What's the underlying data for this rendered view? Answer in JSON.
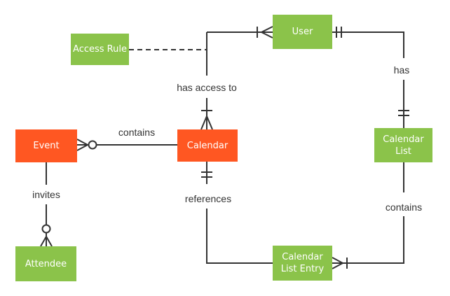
{
  "diagram": {
    "type": "entity-relationship-diagram",
    "notation": "crow's foot",
    "colors": {
      "entity_green": "#8BC34A",
      "entity_orange": "#FF5722",
      "entity_text": "#FFFFFF",
      "line": "#333333",
      "label_text": "#333333",
      "background": "#FFFFFF"
    },
    "entities": {
      "user": {
        "label": "User",
        "color": "#8BC34A"
      },
      "access_rule": {
        "label": "Access Rule",
        "color": "#8BC34A"
      },
      "event": {
        "label": "Event",
        "color": "#FF5722"
      },
      "calendar": {
        "label": "Calendar",
        "color": "#FF5722"
      },
      "calendar_list": {
        "label": "Calendar List",
        "color": "#8BC34A"
      },
      "attendee": {
        "label": "Attendee",
        "color": "#8BC34A"
      },
      "calendar_list_entry": {
        "label": "Calendar List Entry",
        "color": "#8BC34A"
      }
    },
    "relationships": [
      {
        "label": "has access to",
        "line": "solid",
        "end_a": {
          "entity": "User",
          "marker": "one-or-many"
        },
        "end_b": {
          "entity": "Calendar",
          "marker": "one-or-many"
        }
      },
      {
        "label": "",
        "line": "dashed",
        "end_a": {
          "entity": "Access Rule",
          "marker": "none"
        },
        "end_b": {
          "entity": "User-Calendar connector",
          "marker": "none"
        }
      },
      {
        "label": "contains",
        "line": "solid",
        "end_a": {
          "entity": "Event",
          "marker": "zero-or-many"
        },
        "end_b": {
          "entity": "Calendar",
          "marker": "none"
        }
      },
      {
        "label": "invites",
        "line": "solid",
        "end_a": {
          "entity": "Event",
          "marker": "none"
        },
        "end_b": {
          "entity": "Attendee",
          "marker": "zero-or-many"
        }
      },
      {
        "label": "references",
        "line": "solid",
        "end_a": {
          "entity": "Calendar",
          "marker": "exactly-one"
        },
        "end_b": {
          "entity": "Calendar List Entry",
          "marker": "none"
        }
      },
      {
        "label": "has",
        "line": "solid",
        "end_a": {
          "entity": "User",
          "marker": "exactly-one"
        },
        "end_b": {
          "entity": "Calendar List",
          "marker": "exactly-one"
        }
      },
      {
        "label": "contains",
        "line": "solid",
        "end_a": {
          "entity": "Calendar List",
          "marker": "none"
        },
        "end_b": {
          "entity": "Calendar List Entry",
          "marker": "one-or-many"
        }
      }
    ]
  }
}
